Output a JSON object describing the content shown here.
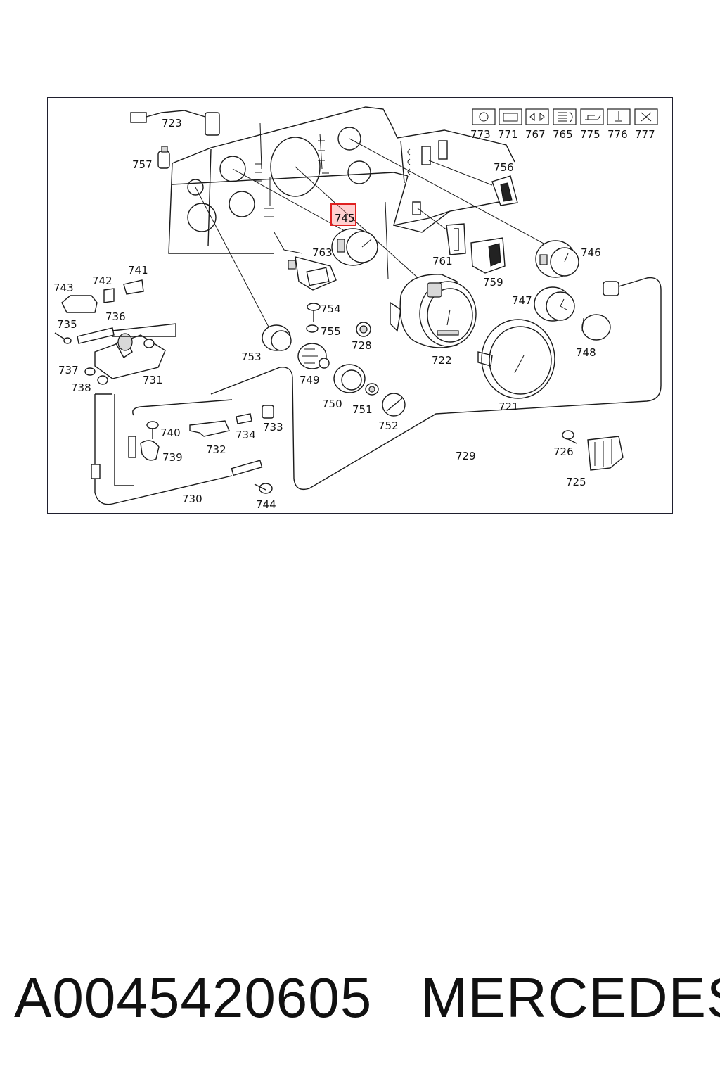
{
  "diagram": {
    "callouts": {
      "c723": "723",
      "c757": "757",
      "c745": "745",
      "c763": "763",
      "c761": "761",
      "c756": "756",
      "c759": "759",
      "c746": "746",
      "c743": "743",
      "c742": "742",
      "c741": "741",
      "c736": "736",
      "c735": "735",
      "c754": "754",
      "c755": "755",
      "c728": "728",
      "c747": "747",
      "c737": "737",
      "c738": "738",
      "c731": "731",
      "c753": "753",
      "c749": "749",
      "c722": "722",
      "c748": "748",
      "c750": "750",
      "c751": "751",
      "c752": "752",
      "c721": "721",
      "c740": "740",
      "c734": "734",
      "c733": "733",
      "c732": "732",
      "c739": "739",
      "c729": "729",
      "c726": "726",
      "c725": "725",
      "c730": "730",
      "c744": "744"
    },
    "warning_lamps": [
      "773",
      "771",
      "767",
      "765",
      "775",
      "776",
      "777"
    ],
    "highlighted_callout": "745"
  },
  "footer": {
    "part_number": "A0045420605",
    "brand": "MERCEDES"
  }
}
